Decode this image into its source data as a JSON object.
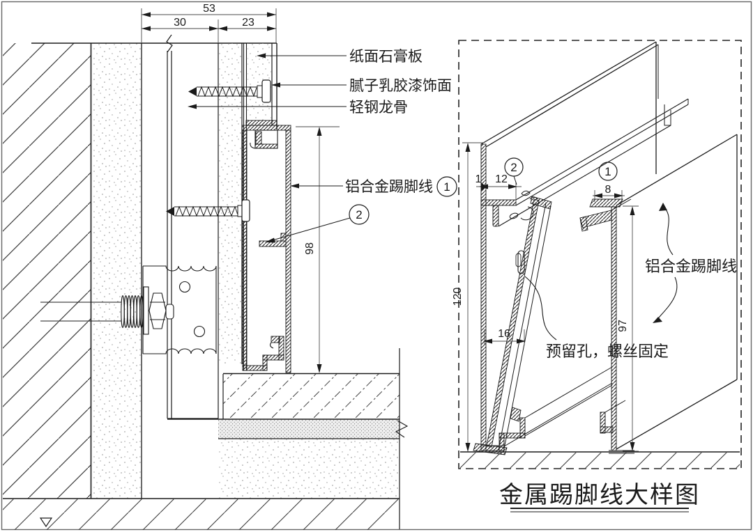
{
  "title": {
    "text": "金属踢脚线大样图"
  },
  "left_view": {
    "dim_53": "53",
    "dim_30": "30",
    "dim_23": "23",
    "dim_98": "98",
    "label_gypsum": "纸面石膏板",
    "label_putty": "腻子乳胶漆饰面",
    "label_keel": "轻钢龙骨",
    "label_skirting": "铝合金踢脚线",
    "callout_1": "1",
    "callout_2": "2"
  },
  "right_view": {
    "dim_1": "1",
    "dim_12": "12",
    "dim_8": "8",
    "dim_120": "120",
    "dim_16": "16",
    "dim_97": "97",
    "label_skirting": "铝合金踢脚线",
    "label_hole": "预留孔，螺丝固定",
    "callout_1": "1",
    "callout_2": "2"
  },
  "colors": {
    "line": "#1a1a1a",
    "dim_line": "#4a4a4a",
    "background": "#ffffff"
  }
}
